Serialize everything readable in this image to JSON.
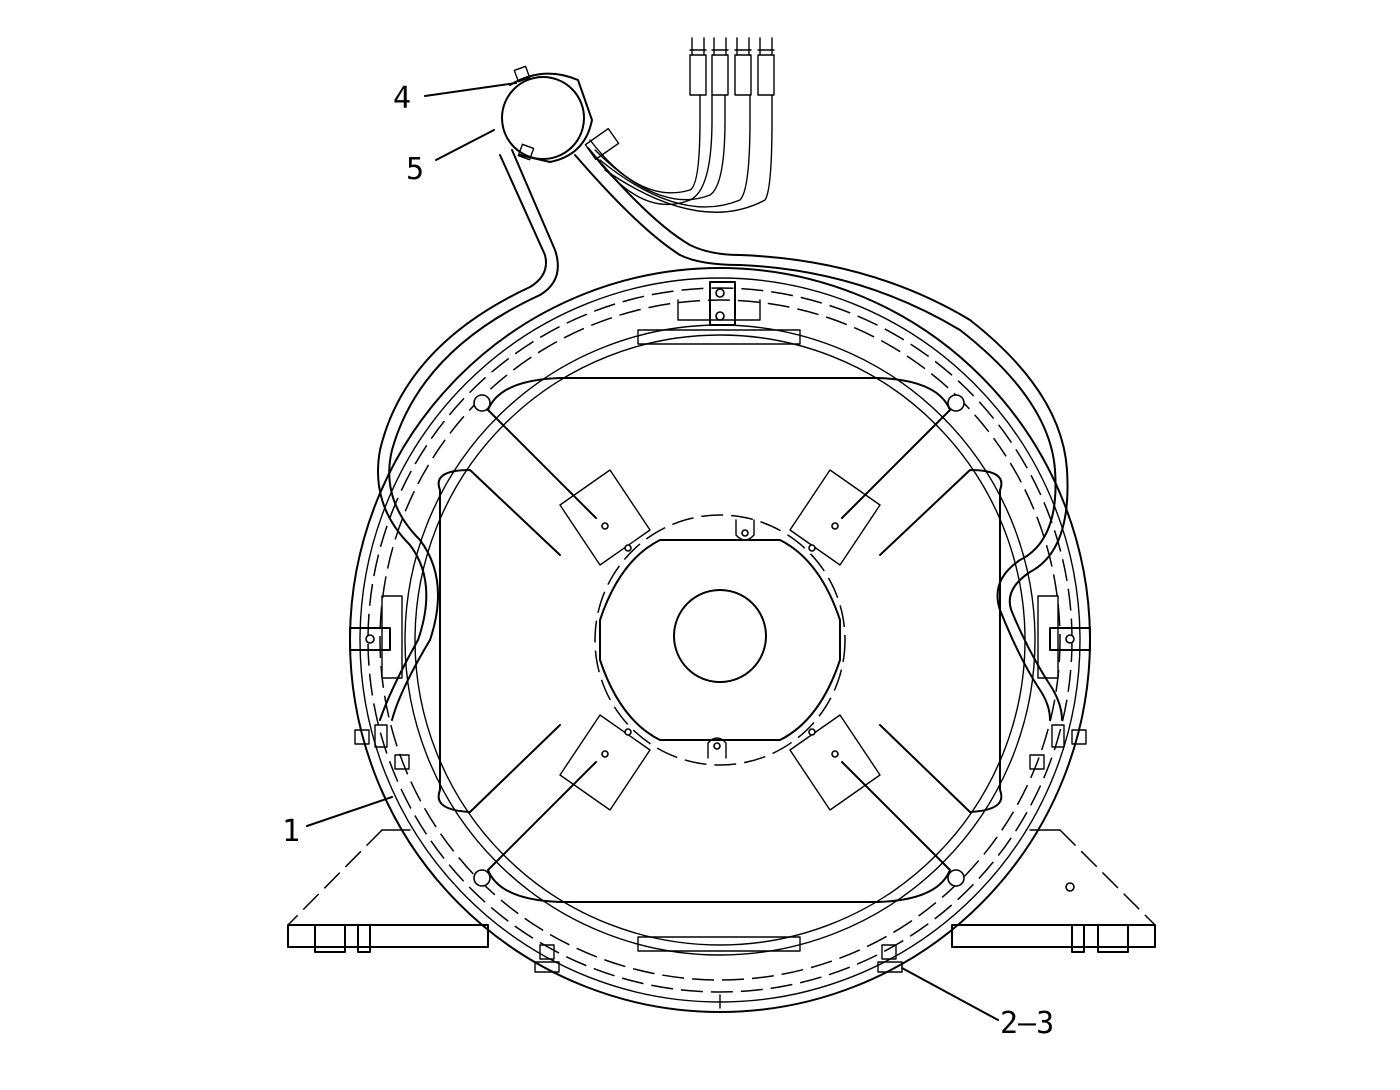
{
  "callouts": {
    "item_4": "4",
    "item_5": "5",
    "item_1": "1",
    "item_2_3": "2–3"
  },
  "colors": {
    "line": "#000000",
    "background": "#ffffff"
  }
}
